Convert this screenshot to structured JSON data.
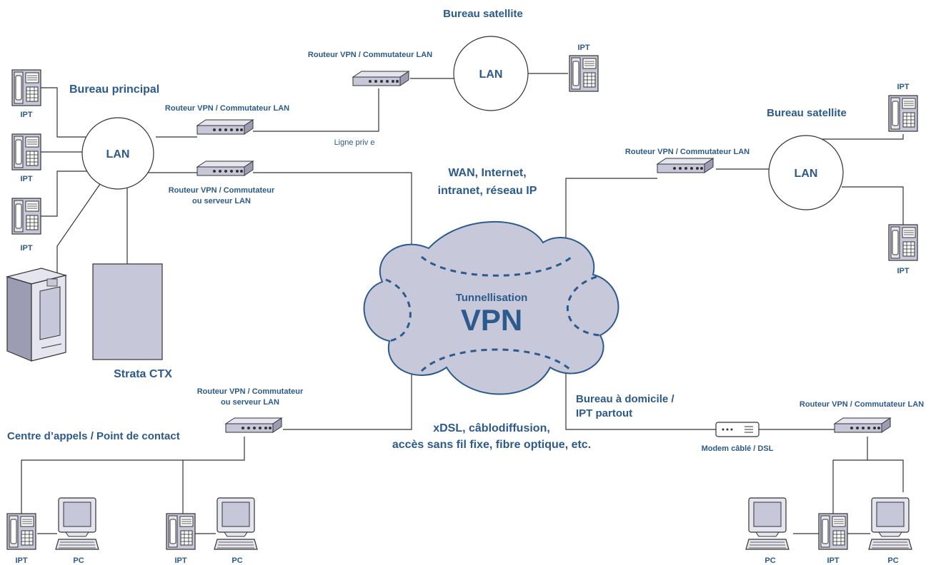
{
  "colors": {
    "label": "#2c5a8c",
    "cloud_fill": "#c7c8da",
    "cloud_stroke": "#2c5a8c",
    "device_fill": "#c6c7d9",
    "line": "#333333"
  },
  "sites": {
    "main_office": {
      "title": "Bureau principal",
      "lan": "LAN",
      "ipt_1": "IPT",
      "ipt_2": "IPT",
      "ipt_3": "IPT",
      "router_top": "Routeur VPN / Commutateur LAN",
      "leased_line": "Ligne priv e",
      "router_bottom_line1": "Routeur VPN / Commutateur",
      "router_bottom_line2": "ou serveur LAN",
      "pbx": "Strata CTX"
    },
    "satellite_top": {
      "title": "Bureau satellite",
      "lan": "LAN",
      "router": "Routeur VPN / Commutateur LAN",
      "ipt": "IPT"
    },
    "satellite_right": {
      "title": "Bureau satellite",
      "lan": "LAN",
      "router": "Routeur VPN / Commutateur LAN",
      "ipt_top": "IPT",
      "ipt_bottom": "IPT"
    },
    "wan": {
      "line1": "WAN, Internet,",
      "line2": "intranet, réseau IP"
    },
    "cloud": {
      "subtitle": "Tunnellisation",
      "title": "VPN"
    },
    "access": {
      "line1": "xDSL, câblodiffusion,",
      "line2": "accès sans fil fixe, fibre optique, etc."
    },
    "call_center": {
      "title": "Centre d’appels / Point de contact",
      "router_line1": "Routeur VPN / Commutateur",
      "router_line2": "ou serveur LAN",
      "ipt_1": "IPT",
      "pc_1": "PC",
      "ipt_2": "IPT",
      "pc_2": "PC"
    },
    "home_office": {
      "title_line1": "Bureau à domicile /",
      "title_line2": "IPT partout",
      "modem": "Modem câblé / DSL",
      "router": "Routeur VPN / Commutateur LAN",
      "pc_1": "PC",
      "ipt": "IPT",
      "pc_2": "PC"
    }
  }
}
